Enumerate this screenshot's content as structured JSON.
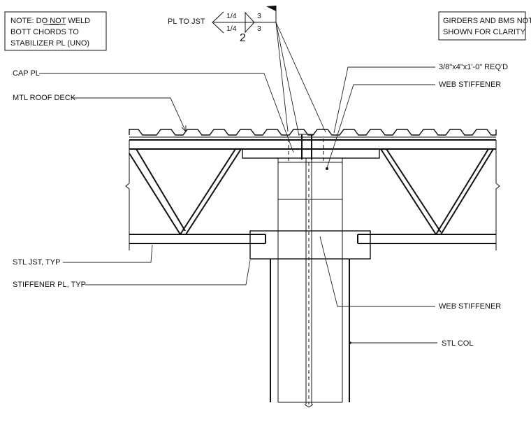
{
  "notes": {
    "left_line1": "NOTE: DO ",
    "left_not": "NOT",
    "left_line1_end": " WELD",
    "left_line2": "BOTT CHORDS TO",
    "left_line3": "STABILIZER PL (UNO)",
    "right_line1": "GIRDERS AND BMS NOT",
    "right_line2": "SHOWN FOR CLARITY"
  },
  "weld_symbol": {
    "label": "PL TO JST",
    "size_top": "1/4",
    "size_bottom": "1/4",
    "length_top": "3",
    "length_bottom": "3",
    "count": "2"
  },
  "callouts": {
    "cap_pl": "CAP PL",
    "mtl_roof_deck": "MTL ROOF DECK",
    "stl_jst": "STL JST, TYP",
    "stiffener_pl": "STIFFENER PL, TYP",
    "plate_req": "3/8\"x4\"x1'-0\" REQ'D",
    "web_stiffener_top": "WEB STIFFENER",
    "web_stiffener_bottom": "WEB STIFFENER",
    "stl_col": "STL COL"
  }
}
